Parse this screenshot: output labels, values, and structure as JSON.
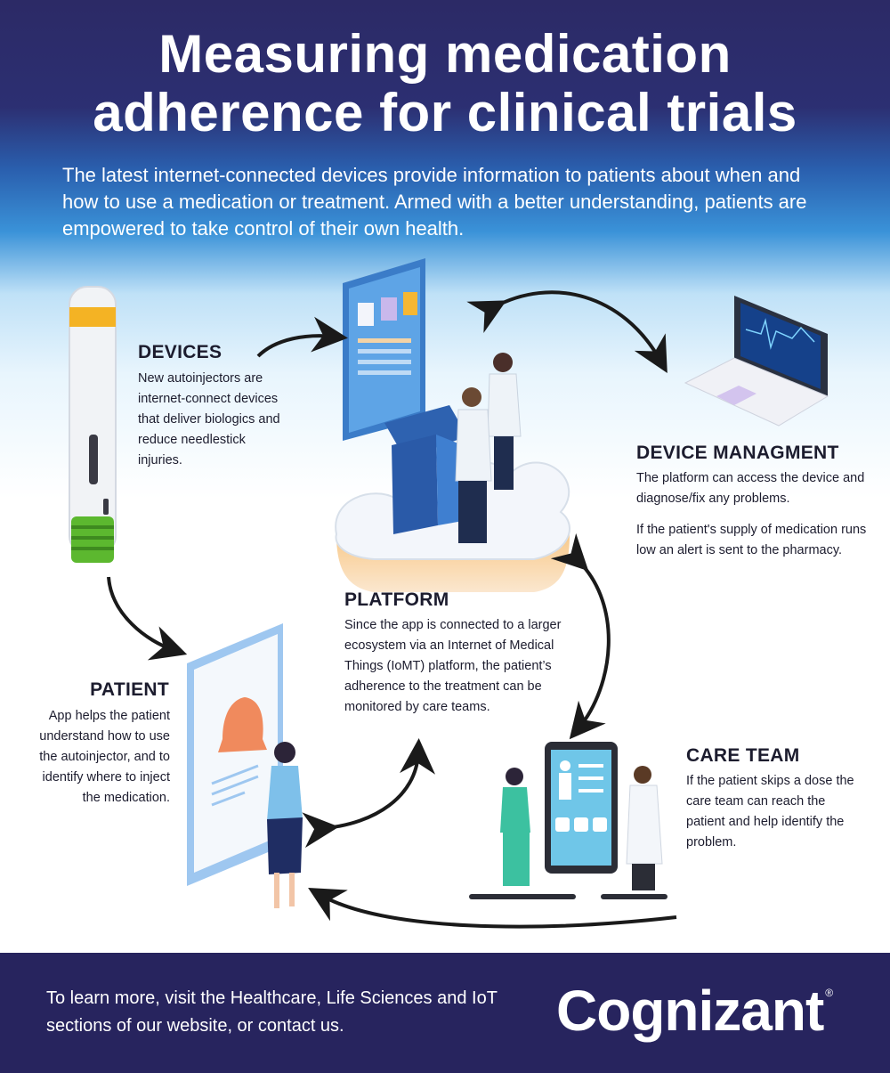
{
  "header": {
    "title_line1": "Measuring medication",
    "title_line2": "adherence for clinical trials",
    "intro": "The latest internet-connected devices provide information to patients about when and how to use a medication or treatment. Armed with a better understanding, patients are empowered to take control of their own health."
  },
  "sections": {
    "devices": {
      "title": "DEVICES",
      "body": "New autoinjectors are internet-connect devices that deliver biologics and reduce needlestick injuries."
    },
    "device_management": {
      "title": "DEVICE MANAGMENT",
      "body1": "The platform can access the device and diagnose/fix any problems.",
      "body2": "If the patient's supply of medication runs low an alert is sent to the pharmacy."
    },
    "platform": {
      "title": "PLATFORM",
      "body": "Since the app is connected to a larger ecosystem via an Internet of Medical Things (IoMT) platform, the patient’s adherence to the treatment can be monitored by care teams."
    },
    "patient": {
      "title": "PATIENT",
      "body": "App helps the patient understand how to use the autoinjector, and to identify where to inject the medication."
    },
    "care_team": {
      "title": "CARE TEAM",
      "body": "If the patient skips a dose the care team can reach the patient and help identify the problem."
    }
  },
  "footer": {
    "text": "To learn more, visit the Healthcare, Life Sciences and IoT sections of our website, or contact us.",
    "logo": "Cognizant",
    "logo_mark": "®"
  },
  "colors": {
    "navy": "#27245e",
    "accent_blue": "#3a92d8",
    "autoinjector_yellow": "#f4b324",
    "autoinjector_green": "#5cb82f"
  }
}
